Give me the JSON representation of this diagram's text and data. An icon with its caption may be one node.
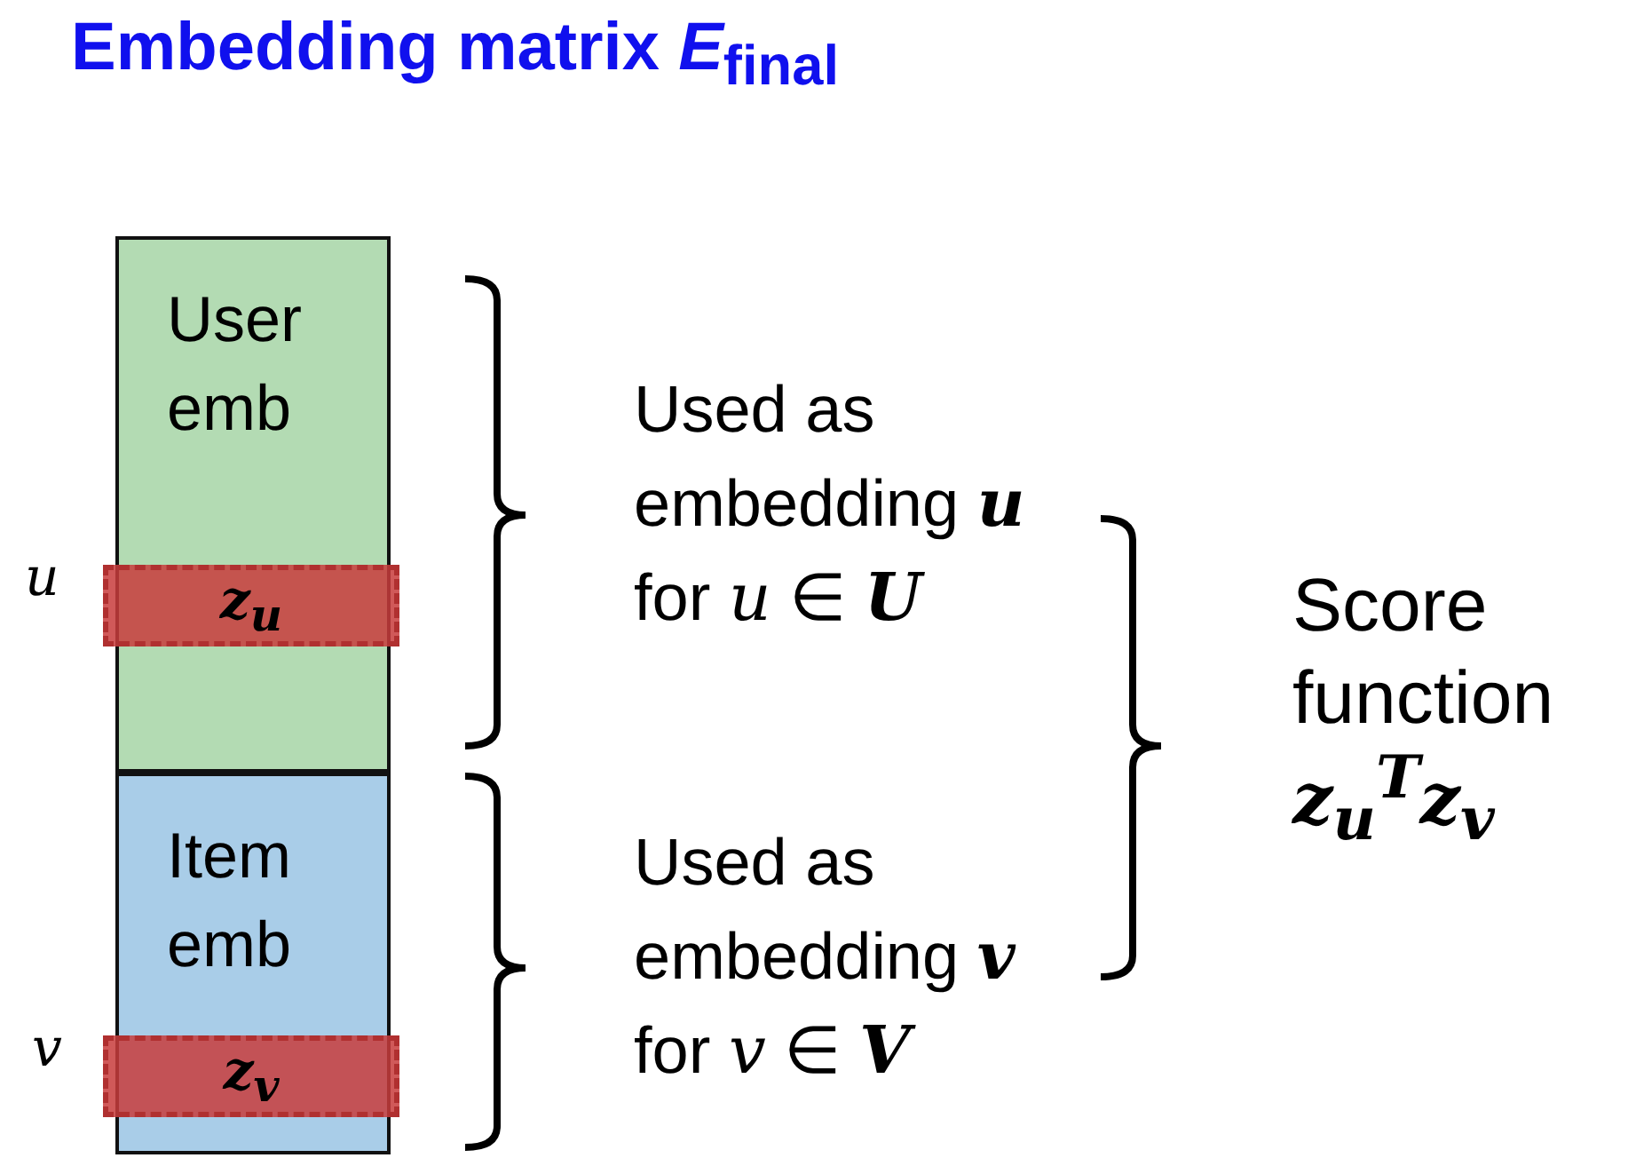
{
  "diagram": {
    "title": "Embedding matrix *E*$_{final}$",
    "nodes": [
      {
        "text": [
          "User emb"
        ]
      },
      {
        "text": [
          "z$_{u}$"
        ]
      },
      {
        "text": [
          "Item emb"
        ]
      },
      {
        "text": [
          "z$_{v}$"
        ]
      }
    ],
    "labels": [
      "u",
      "Used as embedding **u** for *u* ∈ **U**",
      "v",
      "Used as embedding **v** for *v* ∈ **V**",
      "Score function",
      "z$_{u}$$^{T}$z$_{v}$"
    ]
  }
}
